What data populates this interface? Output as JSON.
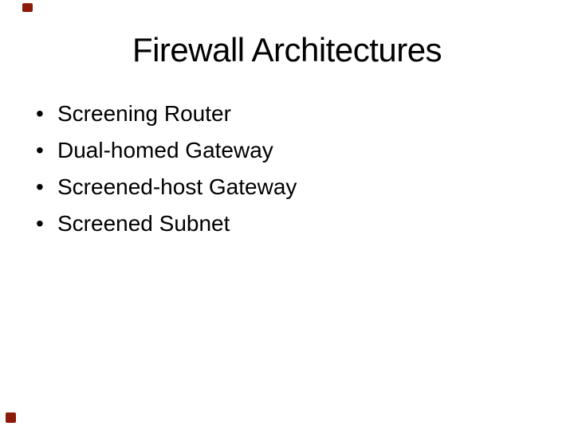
{
  "slide": {
    "title": "Firewall Architectures",
    "bullet_char": "•",
    "bullets": [
      "Screening Router",
      "Dual-homed Gateway",
      "Screened-host Gateway",
      "Screened Subnet"
    ],
    "colors": {
      "background": "#ffffff",
      "text": "#000000",
      "corner_mark": "#8B1A0A"
    }
  }
}
